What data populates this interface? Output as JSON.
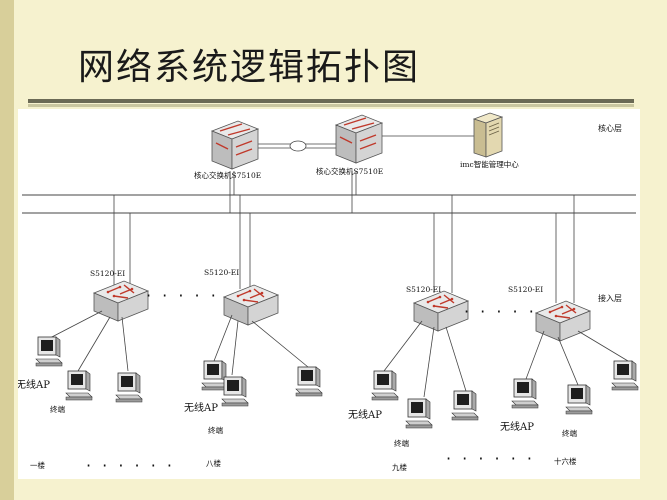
{
  "title": "网络系统逻辑拓扑图",
  "layers": {
    "core": "核心层",
    "access": "接入层"
  },
  "core_switches": [
    "核心交换机S7510E",
    "核心交换机S7510E"
  ],
  "server": "imc智能管理中心",
  "access_switch_label": "S5120-EI",
  "ap_label": "无线AP",
  "terminal_label": "终端",
  "floors": [
    "一楼",
    "八楼",
    "九楼",
    "十六楼"
  ],
  "ellipsis": "· · · · ·",
  "ellipsis_long": "· · · · · ·"
}
